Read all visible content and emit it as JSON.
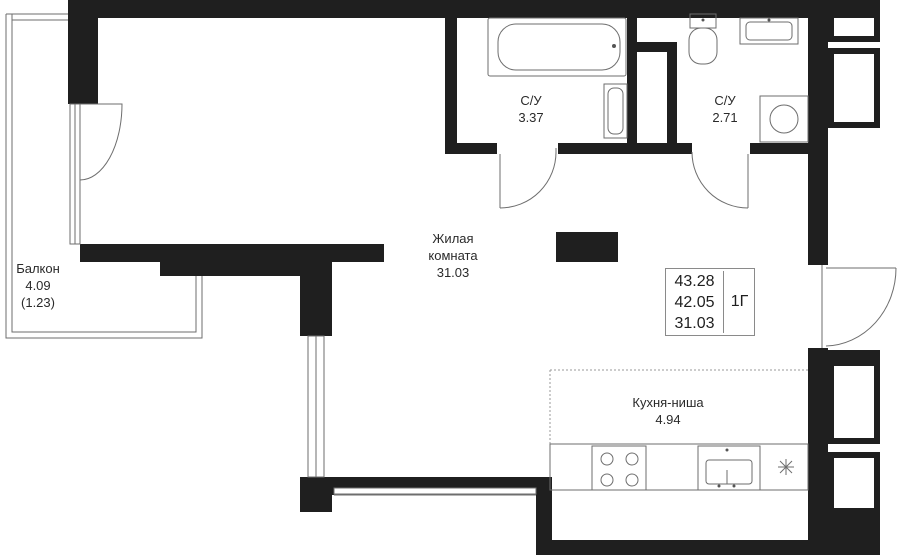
{
  "rooms": {
    "living": {
      "name_line1": "Жилая",
      "name_line2": "комната",
      "area": "31.03"
    },
    "bath1": {
      "name": "С/У",
      "area": "3.37"
    },
    "bath2": {
      "name": "С/У",
      "area": "2.71"
    },
    "balcony": {
      "name": "Балкон",
      "area": "4.09",
      "reduced_area": "(1.23)"
    },
    "kitchen": {
      "name": "Кухня-ниша",
      "area": "4.94"
    }
  },
  "summary": {
    "total_area": "43.28",
    "area_without_balcony": "42.05",
    "living_area": "31.03",
    "apartment_type": "1Г"
  },
  "colors": {
    "wall": "#1f1f1f",
    "line": "#6e6e6e",
    "background": "#ffffff"
  }
}
